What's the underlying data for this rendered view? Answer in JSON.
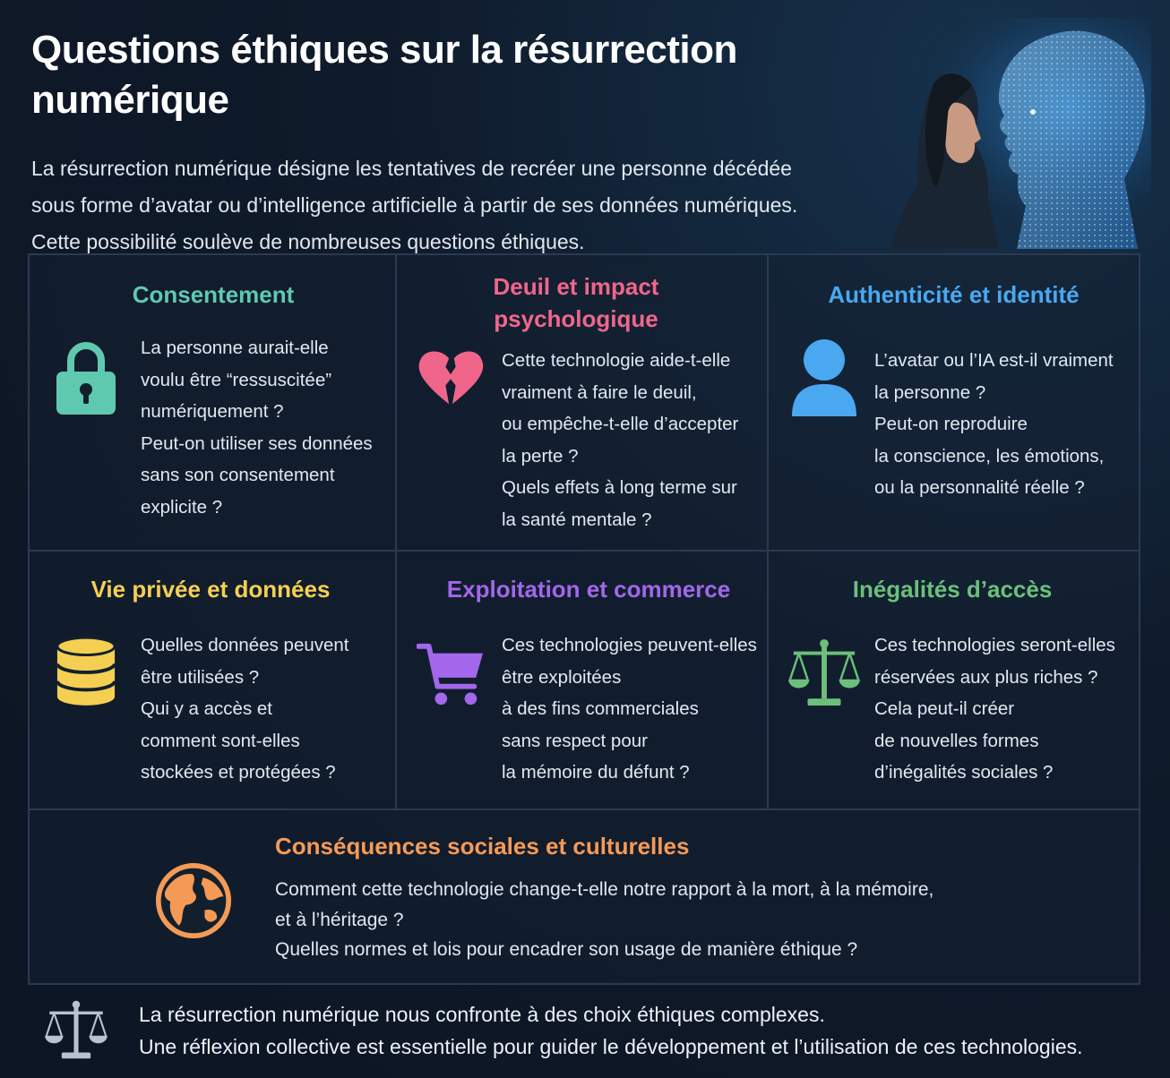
{
  "header": {
    "title": "Questions éthiques sur la résurrection numérique",
    "intro": "La résurrection numérique désigne les tentatives de recréer une personne décédée\nsous forme d’avatar ou d’intelligence artificielle à partir de ses données numériques.\nCette possibilité soulève de nombreuses questions éthiques."
  },
  "colors": {
    "background": "#0f1a2a",
    "consentement": "#5fc9b0",
    "deuil": "#f0668a",
    "authenticite": "#4aa8f0",
    "vie_privee": "#f5cf52",
    "exploitation": "#a267ea",
    "inegalites": "#6cc07a",
    "consequences": "#f59a56"
  },
  "sections": {
    "consentement": {
      "title": "Consentement",
      "icon": "lock-icon",
      "text": "La personne aurait-elle\nvoulu être “ressuscitée”\nnumériquement ?\nPeut-on utiliser ses données\nsans son consentement\nexplicite ?"
    },
    "deuil": {
      "title": "Deuil et impact\npsychologique",
      "icon": "broken-heart-icon",
      "text": "Cette technologie aide-t-elle\nvraiment à faire le deuil,\nou empêche-t-elle d’accepter\nla perte ?\nQuels effets à long terme sur\nla santé mentale ?"
    },
    "authenticite": {
      "title": "Authenticité et identité",
      "icon": "person-icon",
      "text": "L’avatar ou l’IA est-il vraiment\nla personne ?\nPeut-on reproduire\nla conscience, les émotions,\nou la personnalité réelle ?"
    },
    "vie_privee": {
      "title": "Vie privée et données",
      "icon": "database-icon",
      "text": "Quelles données peuvent\nêtre utilisées ?\nQui y a accès et\ncomment sont-elles\nstockées et protégées ?"
    },
    "exploitation": {
      "title": "Exploitation et commerce",
      "icon": "shopping-cart-icon",
      "text": "Ces technologies peuvent-elles\nêtre exploitées\nà des fins commerciales\nsans respect pour\nla mémoire du défunt ?"
    },
    "inegalites": {
      "title": "Inégalités d’accès",
      "icon": "scales-icon",
      "text": "Ces technologies seront-elles\nréservées aux plus riches ?\nCela peut-il créer\nde nouvelles formes\nd’inégalités sociales ?"
    },
    "consequences": {
      "title": "Conséquences sociales et culturelles",
      "icon": "globe-icon",
      "text": "Comment cette technologie change-t-elle notre rapport à la mort, à la mémoire,\net à l’héritage ?\nQuelles normes et lois pour encadrer son usage de manière éthique ?"
    }
  },
  "footer": {
    "icon": "scales-icon",
    "text": "La résurrection numérique nous confronte à des choix éthiques complexes.\nUne réflexion collective est essentielle pour guider le développement et l’utilisation de ces technologies."
  }
}
